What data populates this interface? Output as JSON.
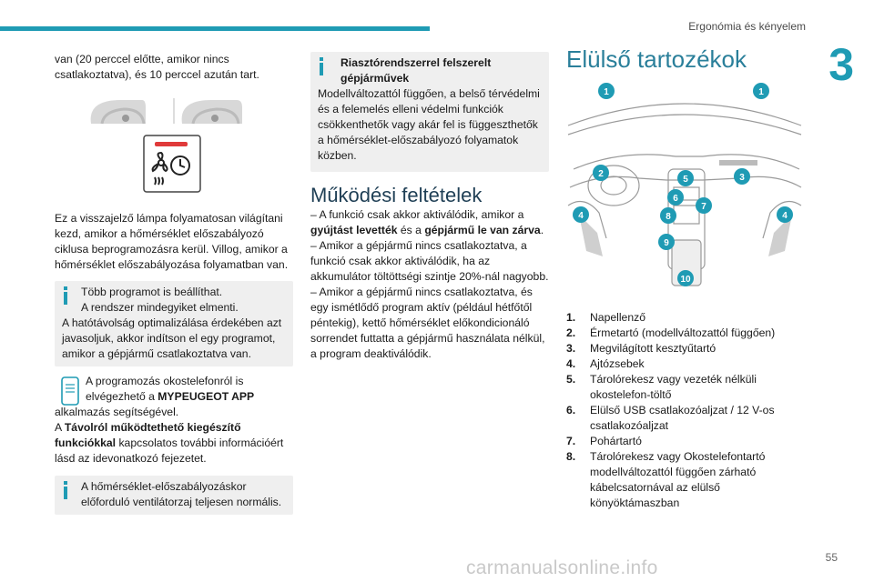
{
  "header": {
    "section_title": "Ergonómia és kényelem",
    "chapter_number": "3",
    "page_number": "55"
  },
  "watermark": "carmanualsonline.info",
  "col1": {
    "p1": "van (20 perccel előtte, amikor nincs csatlakoztatva), és 10 perccel azután tart.",
    "p2": "Ez a visszajelző lámpa folyamatosan világítani kezd, amikor a hőmérséklet előszabályozó ciklusa beprogramozásra kerül. Villog, amikor a hőmérséklet előszabályozása folyamatban van.",
    "info1_line1": "Több programot is beállíthat.",
    "info1_line2": "A rendszer mindegyiket elmenti.",
    "info1_rest": "A hatótávolság optimalizálása érdekében azt javasoljuk, akkor indítson el egy programot, amikor a gépjármű csatlakoztatva van.",
    "phone_p_a": "A programozás okostelefonról is elvégezhető a ",
    "phone_p_app": "MYPEUGEOT APP",
    "phone_p_b": " alkalmazás segítségével.",
    "remote_a": "A ",
    "remote_bold": "Távolról működtethető kiegészítő funkciókkal",
    "remote_b": " kapcsolatos további információért lásd az idevonatkozó fejezetet.",
    "info2_text": "A hőmérséklet-előszabályozáskor előforduló ventilátorzaj teljesen normális."
  },
  "col2": {
    "info_title": "Riasztórendszerrel felszerelt gépjárművek",
    "info_text": "Modellváltozattól függően, a belső térvédelmi és a felemelés elleni védelmi funkciók csökkenthetők vagy akár fel is függeszthetők a hőmérséklet-előszabályozó folyamatok közben.",
    "heading": "Működési feltételek",
    "b1_a": "– A funkció csak akkor aktiválódik, amikor a ",
    "b1_bold1": "gyújtást levették",
    "b1_mid": " és a ",
    "b1_bold2": "gépjármű le van zárva",
    "b1_end": ".",
    "b2": "– Amikor a gépjármű nincs csatlakoztatva, a funkció csak akkor aktiválódik, ha az akkumulátor töltöttségi szintje 20%-nál nagyobb.",
    "b3": "– Amikor a gépjármű nincs csatlakoztatva, és egy ismétlődő program aktív (például hétfőtől péntekig), kettő hőmérséklet előkondicionáló sorrendet futtatta a gépjármű használata nélkül, a program deaktiválódik."
  },
  "col3": {
    "heading": "Elülső tartozékok",
    "callouts": [
      "1",
      "1",
      "2",
      "3",
      "4",
      "4",
      "5",
      "6",
      "7",
      "8",
      "9",
      "10"
    ],
    "items": [
      {
        "num": "1.",
        "text": "Napellenző"
      },
      {
        "num": "2.",
        "text": "Érmetartó (modellváltozattól függően)"
      },
      {
        "num": "3.",
        "text": "Megvilágított kesztyűtartó"
      },
      {
        "num": "4.",
        "text": "Ajtózsebek"
      },
      {
        "num": "5.",
        "text": "Tárolórekesz vagy vezeték nélküli okostelefon-töltő"
      },
      {
        "num": "6.",
        "text": "Elülső USB csatlakozóaljzat / 12 V-os csatlakozóaljzat"
      },
      {
        "num": "7.",
        "text": "Pohártartó"
      },
      {
        "num": "8.",
        "text": "Tárolórekesz vagy Okostelefontartó modellváltozattól függően zárható kábelcsatornával az elülső könyöktámaszban"
      }
    ]
  },
  "colors": {
    "accent": "#1f9bb4",
    "infobox_bg": "#efefef",
    "heading": "#1f3f55"
  }
}
